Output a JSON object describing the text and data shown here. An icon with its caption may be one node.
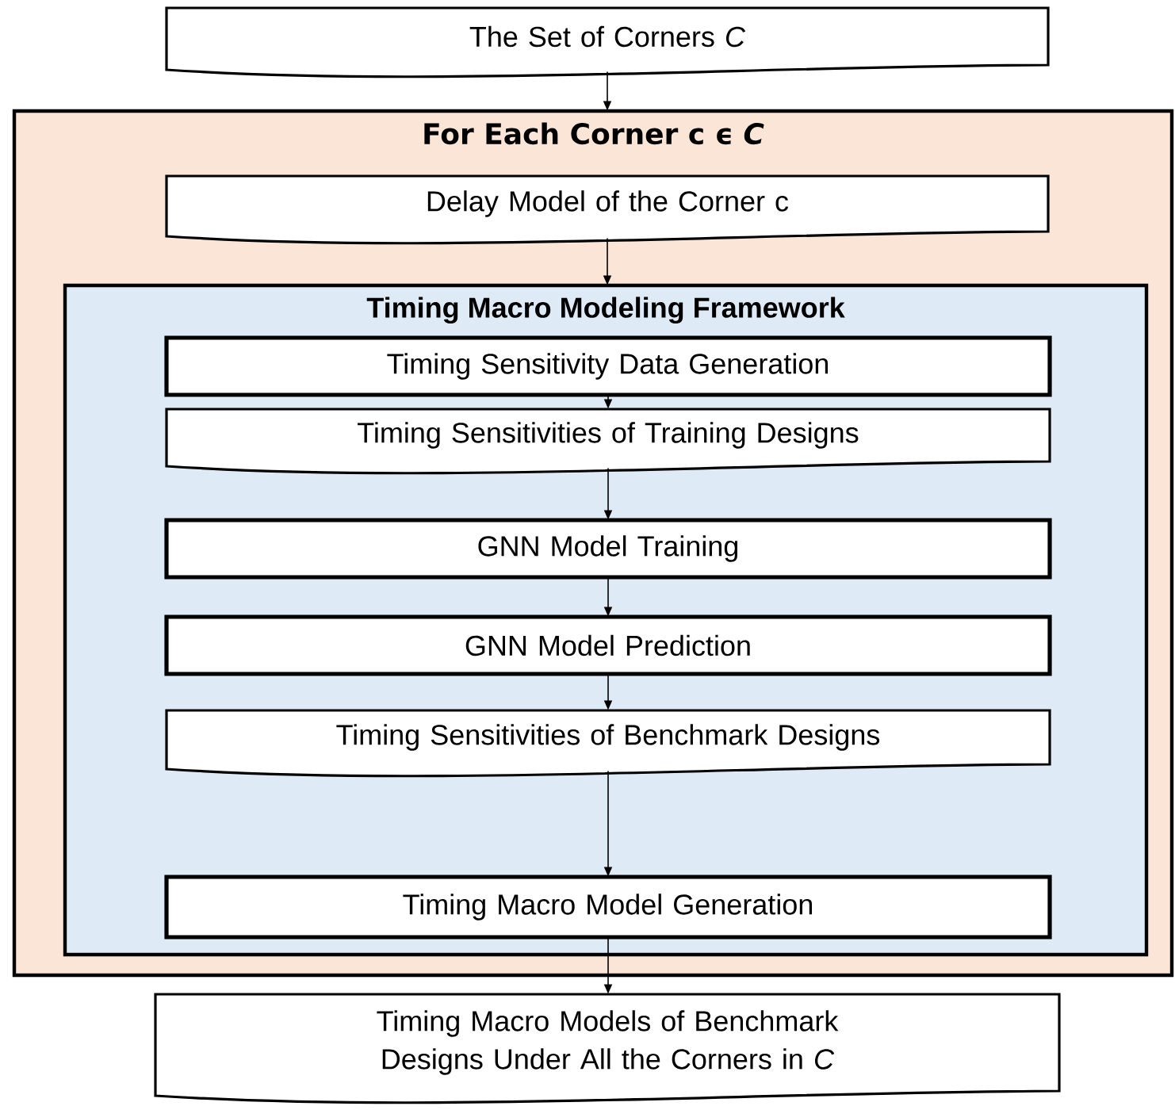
{
  "diagram": {
    "nodes": [
      {
        "text": [
          "The Set of Corners *C*"
        ]
      },
      {
        "text": [
          "For Each Corner c ϵ *C*"
        ]
      },
      {
        "text": [
          "Delay Model of the Corner c"
        ],
        "in": 1
      },
      {
        "text": [
          "Timing Macro Modeling Framework"
        ],
        "in": 1
      },
      {
        "text": [
          "Timing Sensitivity Data Generation"
        ],
        "in": 3
      },
      {
        "text": [
          "Timing Sensitivities of Training Designs"
        ],
        "in": 3
      },
      {
        "text": [
          "GNN Model Training"
        ],
        "in": 3
      },
      {
        "text": [
          "GNN Model Prediction"
        ],
        "in": 3
      },
      {
        "text": [
          "Timing Sensitivities of Benchmark Designs"
        ],
        "in": 3
      },
      {
        "text": [
          "Timing Macro Model Generation"
        ],
        "in": 3
      },
      {
        "text": [
          "Timing Macro Models of Benchmark Designs Under All the Corners in *C*"
        ]
      }
    ],
    "edges": [
      {
        "from": 0,
        "to": 1,
        "arrow": "to"
      },
      {
        "from": 2,
        "to": 3,
        "arrow": "to"
      },
      {
        "from": 4,
        "to": 5,
        "arrow": "to"
      },
      {
        "from": 5,
        "to": 6,
        "arrow": "to"
      },
      {
        "from": 6,
        "to": 7,
        "arrow": "to"
      },
      {
        "from": 7,
        "to": 8,
        "arrow": "to"
      },
      {
        "from": 8,
        "to": 9,
        "arrow": "to"
      },
      {
        "from": 9,
        "to": 10,
        "arrow": "to"
      }
    ]
  }
}
